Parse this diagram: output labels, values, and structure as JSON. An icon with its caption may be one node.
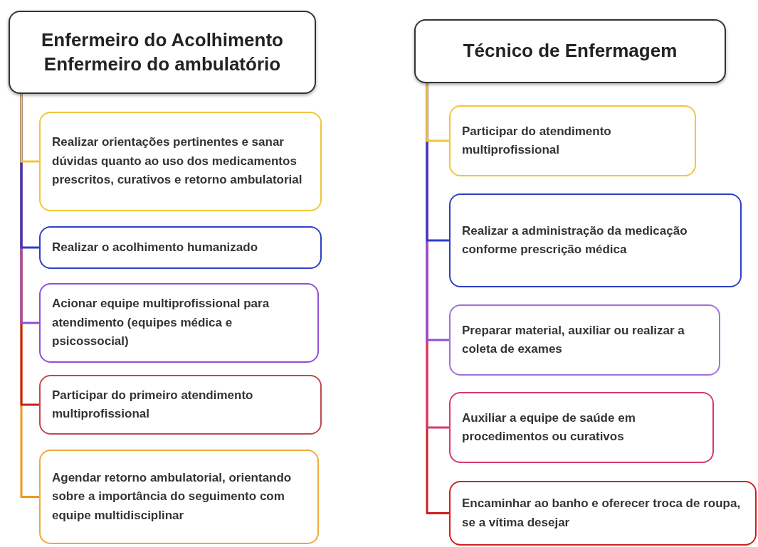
{
  "diagram": {
    "nodes": [
      {
        "text": [
          "Enfermeiro do Acolhimento Enfermeiro do ambulatório"
        ]
      },
      {
        "text": [
          "Realizar orientações pertinentes e sanar dúvidas quanto ao uso dos medicamentos prescritos, curativos e retorno ambulatorial"
        ]
      },
      {
        "text": [
          "Realizar o acolhimento humanizado"
        ]
      },
      {
        "text": [
          "Acionar equipe multiprofissional para atendimento (equipes médica e psicossocial)"
        ]
      },
      {
        "text": [
          "Participar do primeiro atendimento multiprofissional"
        ]
      },
      {
        "text": [
          "Agendar retorno ambulatorial, orientando sobre a importância do seguimento com equipe multidisciplinar"
        ]
      },
      {
        "text": [
          "Técnico de Enfermagem"
        ]
      },
      {
        "text": [
          "Participar do atendimento multiprofissional"
        ]
      },
      {
        "text": [
          "Realizar a administração da medicação conforme prescrição médica"
        ]
      },
      {
        "text": [
          "Preparar material, auxiliar ou realizar a coleta de exames"
        ]
      },
      {
        "text": [
          "Auxiliar a equipe de saúde em procedimentos ou curativos"
        ]
      },
      {
        "text": [
          "Encaminhar ao banho e oferecer troca de roupa, se a vítima desejar"
        ]
      }
    ],
    "edges": [
      {
        "from": 0,
        "to": 1,
        "arrow": "none",
        "color": "#f2c53d"
      },
      {
        "from": 0,
        "to": 2,
        "arrow": "none",
        "color": "#2f3fc4"
      },
      {
        "from": 0,
        "to": 3,
        "arrow": "none",
        "color": "#8e4fd6"
      },
      {
        "from": 0,
        "to": 4,
        "arrow": "none",
        "color": "#c42222"
      },
      {
        "from": 0,
        "to": 5,
        "arrow": "none",
        "color": "#ee9a1c"
      },
      {
        "from": 6,
        "to": 7,
        "arrow": "none",
        "color": "#f2c53d"
      },
      {
        "from": 6,
        "to": 8,
        "arrow": "none",
        "color": "#2f3fc4"
      },
      {
        "from": 6,
        "to": 9,
        "arrow": "none",
        "color": "#8e4fd6"
      },
      {
        "from": 6,
        "to": 10,
        "arrow": "none",
        "color": "#d63a6e"
      },
      {
        "from": 6,
        "to": 11,
        "arrow": "none",
        "color": "#d41e1e"
      }
    ]
  }
}
